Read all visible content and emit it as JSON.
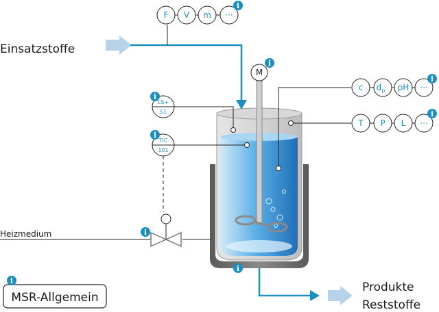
{
  "labels": {
    "feed": "Einsatzstoffe",
    "heating": "Heizmedium",
    "product": "Produkte",
    "residue": "Reststoffe",
    "motor": "M"
  },
  "instrument_groups": {
    "feed": [
      "F",
      "V",
      "m",
      "···"
    ],
    "tank_right_top": [
      "c",
      "d",
      "pH",
      "···"
    ],
    "tank_right_bottom": [
      "T",
      "P",
      "L",
      "···"
    ]
  },
  "subscripts": {
    "dp": "p"
  },
  "tags": {
    "level": {
      "top": "LS+",
      "bottom": "S1"
    },
    "temperature": {
      "top": "TIC",
      "bottom": "101"
    }
  },
  "info_icon": {
    "symbol": "i"
  },
  "button": {
    "label": "MSR-Allgemein"
  },
  "colors": {
    "accent": "#1b8fc4",
    "liquid_light": "#a9d6f2",
    "liquid_dark": "#2a86c8",
    "jacket": "#6e6e6e",
    "arrow_light": "#b7d3ea"
  }
}
